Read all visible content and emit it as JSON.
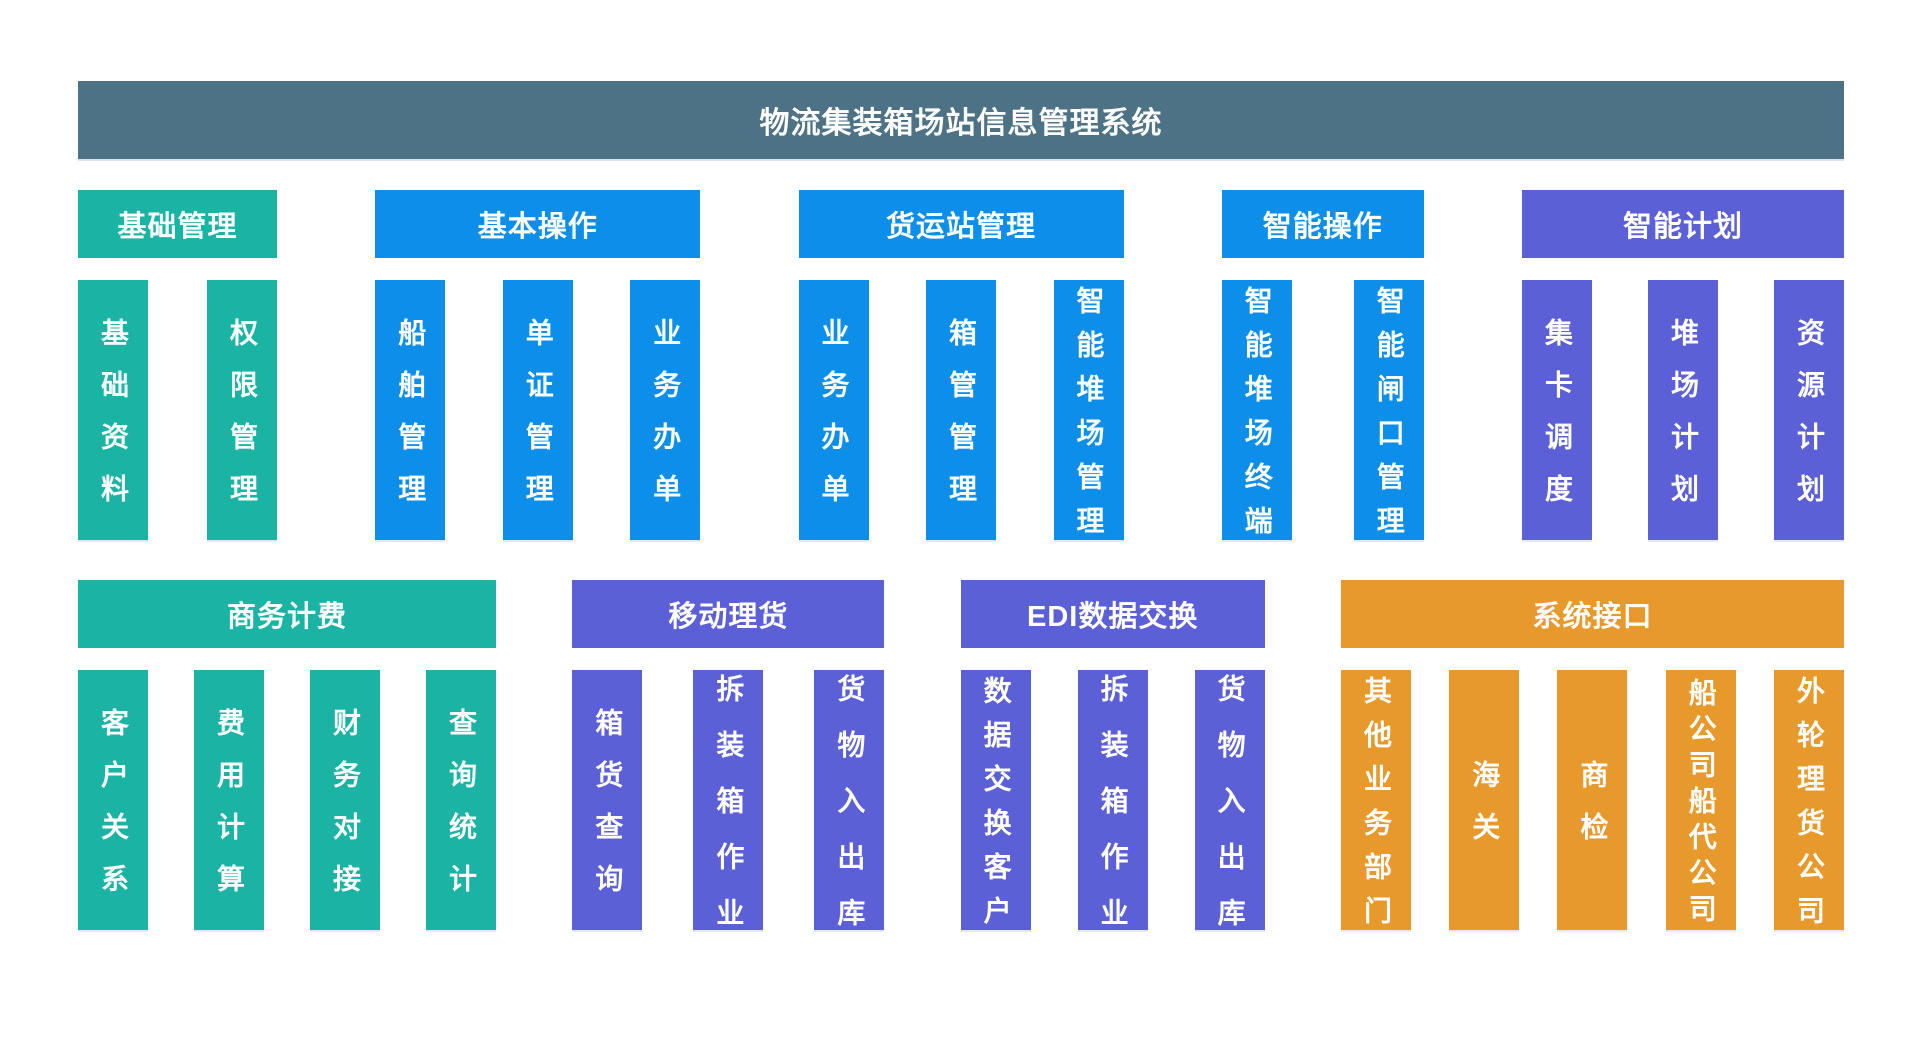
{
  "title": "物流集装箱场站信息管理系统",
  "colors": {
    "banner": "#4d7286",
    "teal": "#1ab3a4",
    "blue": "#0d8ee9",
    "purple": "#5b60d6",
    "orange": "#e8992c",
    "text": "#ffffff",
    "background": "#ffffff"
  },
  "rows": [
    {
      "groups": [
        {
          "label": "基础管理",
          "color": "teal",
          "items": [
            "基础资料",
            "权限管理"
          ]
        },
        {
          "label": "基本操作",
          "color": "blue",
          "items": [
            "船舶管理",
            "单证管理",
            "业务办单"
          ]
        },
        {
          "label": "货运站管理",
          "color": "blue",
          "items": [
            "业务办单",
            "箱管管理",
            "智能堆场管理"
          ]
        },
        {
          "label": "智能操作",
          "color": "blue",
          "items": [
            "智能堆场终端",
            "智能闸口管理"
          ]
        },
        {
          "label": "智能计划",
          "color": "purple",
          "items": [
            "集卡调度",
            "堆场计划",
            "资源计划"
          ]
        }
      ]
    },
    {
      "groups": [
        {
          "label": "商务计费",
          "color": "teal",
          "items": [
            "客户关系",
            "费用计算",
            "财务对接",
            "查询统计"
          ]
        },
        {
          "label": "移动理货",
          "color": "purple",
          "items": [
            "箱货查询",
            "拆装箱作业",
            "货物入出库"
          ]
        },
        {
          "label": "EDI数据交换",
          "color": "purple",
          "items": [
            "数据交换客户",
            "拆装箱作业",
            "货物入出库"
          ]
        },
        {
          "label": "系统接口",
          "color": "orange",
          "items": [
            "其他业务部门",
            "海关",
            "商检",
            "船公司船代公司",
            "外轮理货公司"
          ]
        }
      ]
    }
  ]
}
